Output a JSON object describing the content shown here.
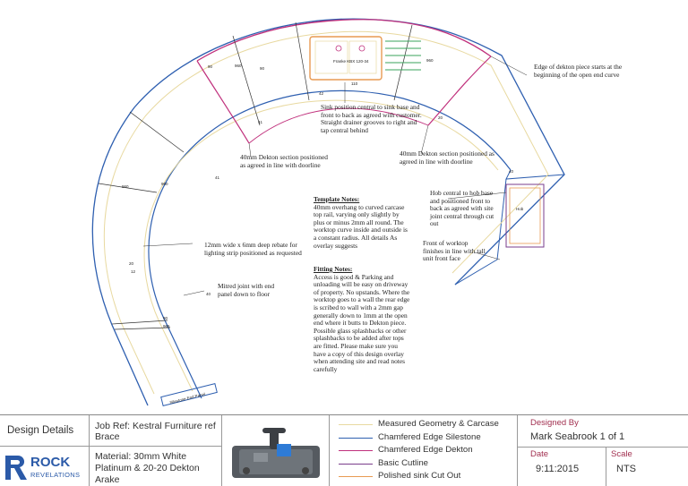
{
  "notes": {
    "dekton_edge": "Edge of dekton piece starts at the beginning of the open end curve",
    "sink_position": "Sink position central to sink base and front to back as agreed with customer. Straight drainer grooves to right and tap central behind",
    "dekton_section_left": "40mm Dekton section positioned as agreed in line with doorline",
    "dekton_section_right": "40mm Dekton section positioned as agreed in line with doorline",
    "hob": "Hob central to hob base and positioned front to back as agreed with site joint central through cut out",
    "front_worktop": "Front of worktop finishes in line with tall unit front face",
    "rebate": "12mm wide x 6mm deep rebate for lighting strip positioned as requested",
    "mitred_joint": "Mitred joint with end panel down to floor",
    "template_title": "Template Notes:",
    "template_body": "40mm overhang to curved carcase top rail, varying only slightly by plus or minus 2mm all round. The worktop curve inside and outside is a constant radius. All details As overlay suggests",
    "fitting_title": "Fitting Notes:",
    "fitting_body": "Access is good & Parking and unloading will be easy on driveway of property. No upstands. Where the worktop goes to a wall the rear edge is scribed to wall with a 2mm gap generally down to 1mm at the open end where it butts to Dekton piece. Possible glass splashbacks or other splashbacks to be added after tops are fitted. Please make sure you have a copy of this design overlay when attending site and read notes carefully"
  },
  "drawing_labels": {
    "sink_model": "Franke KBX 120-34",
    "end_panel": "Silestone End Panel",
    "hob_label": "Hob",
    "dims": [
      "90",
      "960",
      "90",
      "960",
      "41",
      "960",
      "41",
      "20",
      "110",
      "42",
      "960",
      "20",
      "40",
      "12",
      "40",
      "90",
      "965"
    ]
  },
  "title_block": {
    "design_details": "Design Details",
    "job_ref": "Job Ref: Kestral Furniture ref Brace",
    "material": "Material: 30mm White Platinum & 20-20 Dekton Arake",
    "logo_word": "ROCK",
    "logo_sub": "REVELATIONS",
    "legend": [
      {
        "label": "Measured Geometry & Carcase",
        "color": "#e8d9a0"
      },
      {
        "label": "Chamfered Edge Silestone",
        "color": "#2e5fb0"
      },
      {
        "label": "Chamfered Edge Dekton",
        "color": "#c0307c"
      },
      {
        "label": "Basic Cutline",
        "color": "#7a3e8c"
      },
      {
        "label": "Polished sink Cut Out",
        "color": "#e89a52"
      }
    ],
    "designed_by_label": "Designed By",
    "designed_by": "Mark Seabrook 1 of 1",
    "date_label": "Date",
    "date": "9:11:2015",
    "scale_label": "Scale",
    "scale": "NTS"
  },
  "colors": {
    "silestone": "#2e5fb0",
    "dekton": "#c0307c",
    "carcase": "#e8d9a0",
    "cutline": "#333333",
    "sink": "#e89a52",
    "drainer": "#3aa35b",
    "heading": "#a23050"
  }
}
